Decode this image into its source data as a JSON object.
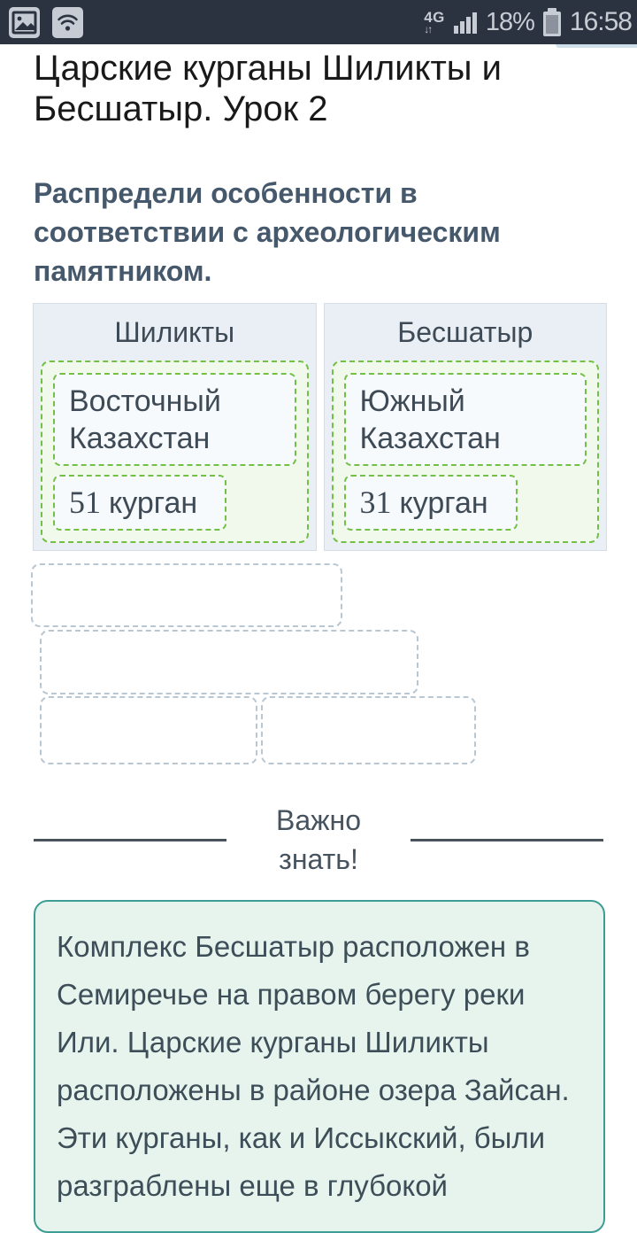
{
  "status_bar": {
    "network": "4G",
    "network_arrows": "↓↑",
    "battery_percent": "18%",
    "time": "16:58"
  },
  "lesson": {
    "title_lines": [
      "Царские курганы Шиликты и",
      "Бесшатыр. Урок 2"
    ],
    "task_lines": [
      "Распредели особенности в",
      "соответствии с археологическим",
      "памятником."
    ]
  },
  "columns": [
    {
      "header": "Шиликты",
      "items": [
        {
          "number": "",
          "text": "Восточный Казахстан"
        },
        {
          "number": "51",
          "text": "курган"
        }
      ]
    },
    {
      "header": "Бесшатыр",
      "items": [
        {
          "number": "",
          "text": "Южный Казахстан"
        },
        {
          "number": "31",
          "text": "курган"
        }
      ]
    }
  ],
  "empty_slots_count": 4,
  "divider": {
    "label_lines": [
      "Важно",
      "знать!"
    ]
  },
  "info_box": {
    "lines": [
      "Комплекс Бесшатыр расположен в",
      "Семиречье на правом берегу реки",
      "Или. Царские курганы Шиликты",
      "расположены в районе озера Зайсан.",
      "Эти курганы, как и Иссыкский, были",
      "разграблены еще в глубокой"
    ]
  },
  "colors": {
    "status_bar_bg": "#2b3240",
    "status_bar_fg": "#c7ccd4",
    "accent_green": "#72c045",
    "accent_teal": "#3d9d94",
    "column_bg": "#e9eff4",
    "slot_border": "#b9c7d3",
    "info_box_bg": "#e7f4ed",
    "text_dark": "#3e4a55"
  }
}
